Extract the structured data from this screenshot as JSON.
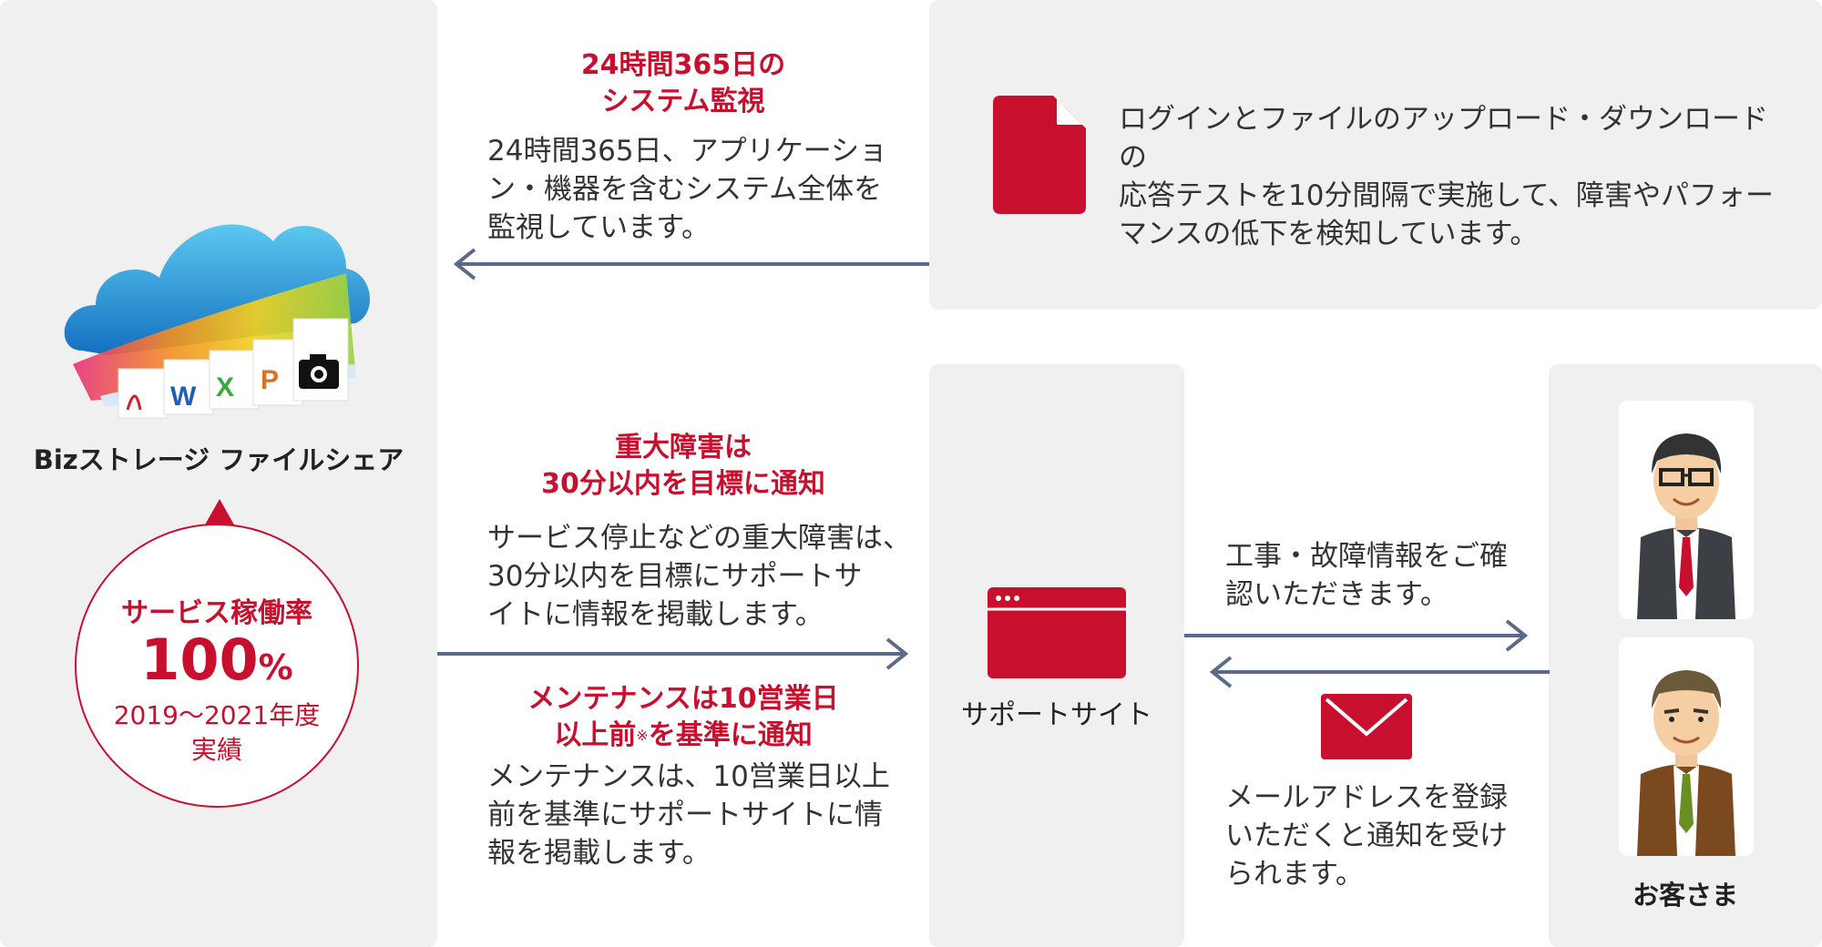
{
  "product": {
    "name": "Bizストレージ ファイルシェア",
    "doc_letters": [
      "W",
      "X",
      "P"
    ]
  },
  "uptime": {
    "title": "サービス稼働率",
    "value": "100",
    "unit": "%",
    "period": "2019〜2021年度",
    "note": "実績"
  },
  "monitor": {
    "heading_line1": "24時間365日の",
    "heading_line2": "システム監視",
    "body_lines": [
      "24時間365日、アプリケーショ",
      "ン・機器を含むシステム全体を",
      "監視しています。"
    ]
  },
  "test": {
    "lines": [
      "ログインとファイルのアップロード・ダウンロードの",
      "応答テストを10分間隔で実施して、障害やパフォー",
      "マンスの低下を検知しています。"
    ]
  },
  "major": {
    "heading_line1": "重大障害は",
    "heading_line2": "30分以内を目標に通知",
    "body_lines": [
      "サービス停止などの重大障害は、",
      "30分以内を目標にサポートサ",
      "イトに情報を掲載します。"
    ]
  },
  "maintenance": {
    "heading_line1": "メンテナンスは10営業日",
    "heading_line2_a": "以上前",
    "heading_mark": "※",
    "heading_line2_b": "を基準に通知",
    "body_lines": [
      "メンテナンスは、10営業日以上",
      "前を基準にサポートサイトに情",
      "報を掲載します。"
    ]
  },
  "support": {
    "label": "サポートサイト"
  },
  "confirm": {
    "lines": [
      "工事・故障情報をご確",
      "認いただきます。"
    ]
  },
  "mail": {
    "lines": [
      "メールアドレスを登録",
      "いただくと通知を受け",
      "られます。"
    ]
  },
  "customer": {
    "label": "お客さま"
  },
  "colors": {
    "accent": "#c8102e",
    "arrow": "#5c6a8a",
    "panel": "#f0f0f1"
  }
}
